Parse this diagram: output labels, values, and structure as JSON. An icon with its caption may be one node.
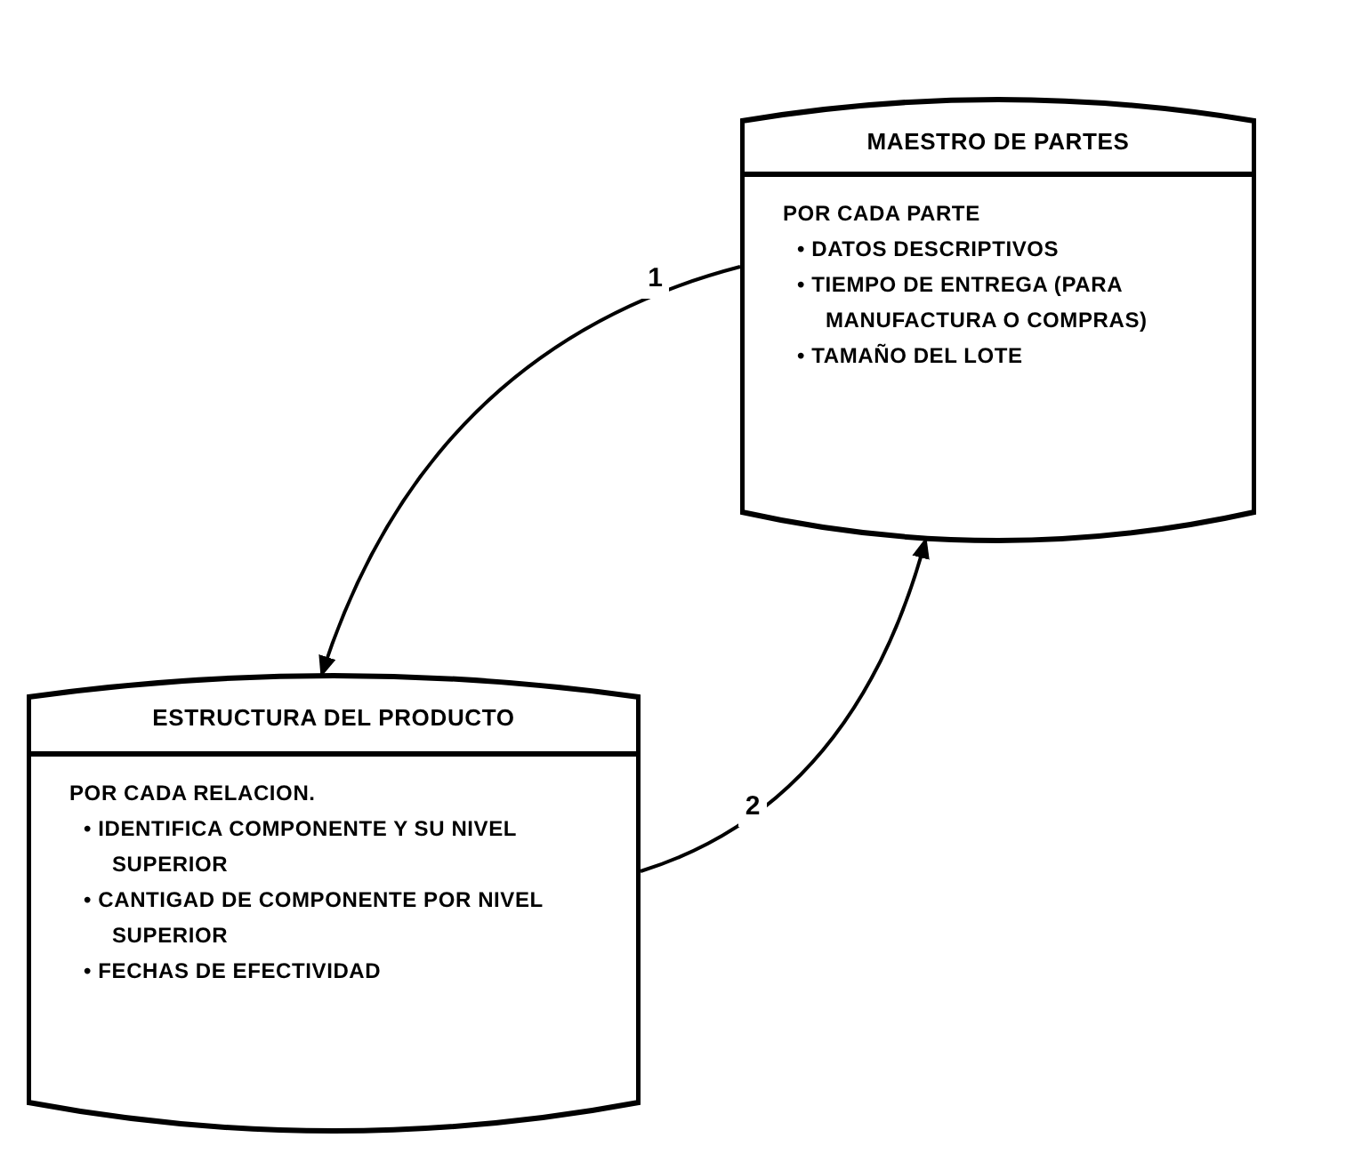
{
  "diagram": {
    "nodes": [
      {
        "text": [
          "MAESTRO DE PARTES",
          "POR CADA PARTE",
          "• DATOS DESCRIPTIVOS",
          "• TIEMPO DE ENTREGA (PARA MANUFACTURA O COMPRAS)",
          "• TAMAÑO DEL LOTE"
        ]
      },
      {
        "text": [
          "ESTRUCTURA DEL PRODUCTO",
          "POR CADA RELACION.",
          "• IDENTIFICA COMPONENTE Y SU NIVEL SUPERIOR",
          "• CANTIGAD DE COMPONENTE POR NIVEL SUPERIOR",
          "• FECHAS DE EFECTIVIDAD"
        ]
      }
    ],
    "edges": [
      {
        "from": 0,
        "to": 1,
        "arrow": "to",
        "label": "1"
      },
      {
        "from": 1,
        "to": 0,
        "arrow": "to",
        "label": "2"
      }
    ]
  }
}
